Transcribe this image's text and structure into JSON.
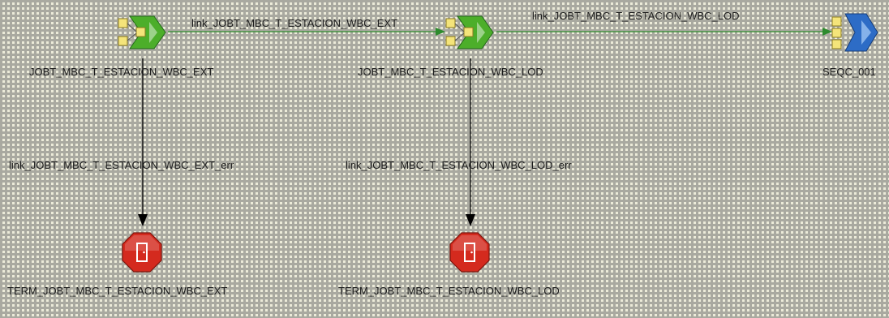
{
  "colors": {
    "canvas_bg": "#ecebd9",
    "grid_line": "#a9a9a0",
    "flow_link": "#2e8b2e",
    "error_link": "#000000",
    "terminator_red": "#d42a1e",
    "sequencer_blue": "#2d6cc6",
    "job_green": "#4cae2a",
    "job_yellow": "#f4e47a"
  },
  "stages": {
    "job_ext": {
      "label": "JOBT_MBC_T_ESTACION_WBC_EXT",
      "icon": "job-activity-icon"
    },
    "job_lod": {
      "label": "JOBT_MBC_T_ESTACION_WBC_LOD",
      "icon": "job-activity-icon"
    },
    "seqc": {
      "label": "SEQC_001",
      "icon": "sequencer-icon"
    },
    "term_ext": {
      "label": "TERM_JOBT_MBC_T_ESTACION_WBC_EXT",
      "icon": "terminator-icon"
    },
    "term_lod": {
      "label": "TERM_JOBT_MBC_T_ESTACION_WBC_LOD",
      "icon": "terminator-icon"
    }
  },
  "links": {
    "ext_to_lod": "link_JOBT_MBC_T_ESTACION_WBC_EXT",
    "lod_to_seqc": "link_JOBT_MBC_T_ESTACION_WBC_LOD",
    "ext_err": "link_JOBT_MBC_T_ESTACION_WBC_EXT_err",
    "lod_err": "link_JOBT_MBC_T_ESTACION_WBC_LOD_err"
  }
}
